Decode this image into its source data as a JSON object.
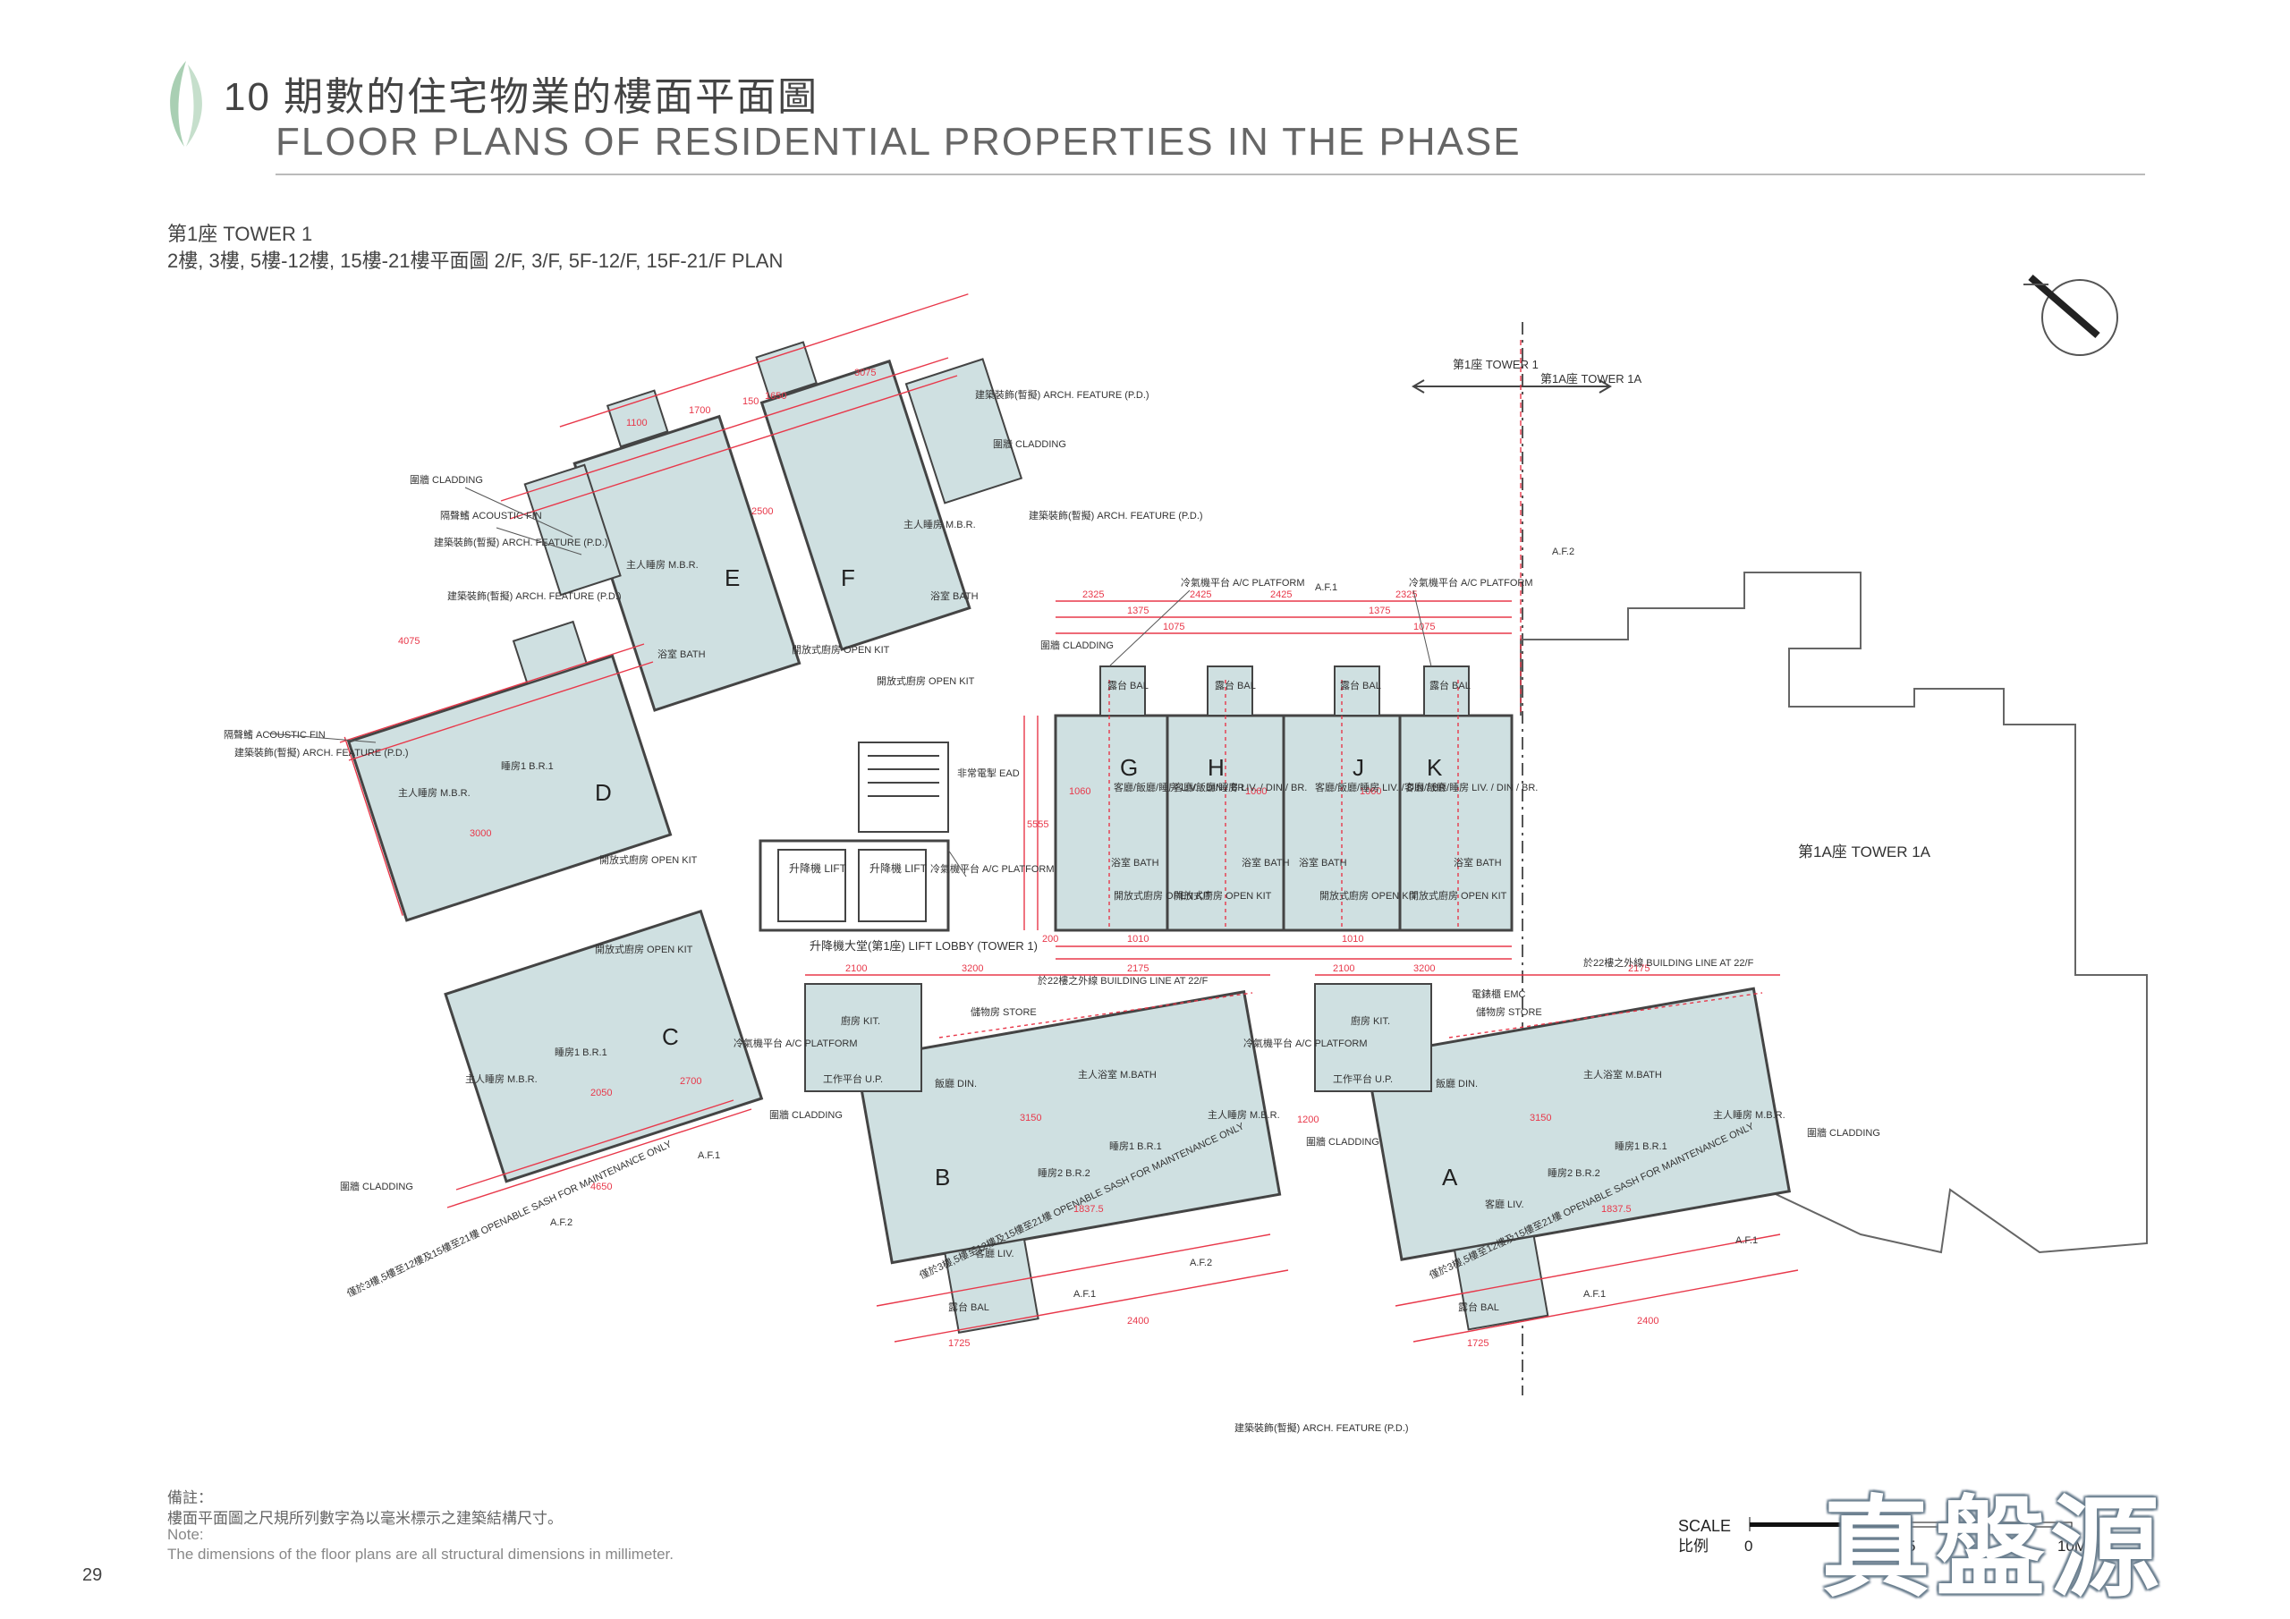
{
  "page": {
    "title_cn": "10 期數的住宅物業的樓面平面圖",
    "title_en": "FLOOR PLANS OF RESIDENTIAL PROPERTIES IN THE PHASE",
    "tower_label": "第1座 TOWER 1",
    "floors_label": "2樓, 3樓, 5樓-12樓, 15樓-21樓平面圖 2/F, 3/F, 5F-12/F, 15F-21/F PLAN",
    "page_number": "29",
    "watermark": "真盤源"
  },
  "colors": {
    "fill": "#cfe0e1",
    "wall": "#444444",
    "dim": "#e8384a",
    "leaf": "#a9cfb3"
  },
  "plan": {
    "flats": [
      {
        "letter": "E"
      },
      {
        "letter": "F"
      },
      {
        "letter": "D"
      },
      {
        "letter": "C"
      },
      {
        "letter": "G"
      },
      {
        "letter": "H"
      },
      {
        "letter": "J"
      },
      {
        "letter": "K"
      },
      {
        "letter": "B"
      },
      {
        "letter": "A"
      }
    ],
    "rooms": {
      "liv_din_br": "客廳/飯廳/睡房 LIV. / DIN / BR.",
      "bath": "浴室 BATH",
      "open_kit": "開放式廚房 OPEN KIT",
      "bal": "露台 BAL",
      "mbr": "主人睡房 M.B.R.",
      "br1": "睡房1 B.R.1",
      "br2": "睡房2 B.R.2",
      "liv": "客廳 LIV.",
      "din": "飯廳 DIN.",
      "kit": "廚房 KIT.",
      "store": "儲物房 STORE",
      "up": "工作平台 U.P.",
      "m_bath": "主人浴室 M.BATH",
      "lift": "升降機 LIFT",
      "lift_lobby": "升降機大堂(第1座) LIFT LOBBY (TOWER 1)",
      "tower1": "第1座 TOWER 1",
      "tower1a": "第1A座 TOWER 1A",
      "tower1a_big": "第1A座 TOWER 1A",
      "ac_platform": "冷氣機平台 A/C PLATFORM",
      "cladding": "圍牆 CLADDING",
      "arch": "建築裝飾(暫擬) ARCH. FEATURE (P.D.)",
      "acoustic": "隔聲鰭 ACOUSTIC FIN",
      "af1": "A.F.1",
      "af2": "A.F.2",
      "bl22": "於22樓之外線 BUILDING LINE AT 22/F",
      "emc": "電錶櫃 EMC",
      "ead": "非常電掣 EAD",
      "window_note": "僅於3樓,5樓至12樓及15樓至21樓 OPENABLE SASH FOR MAINTENANCE ONLY"
    },
    "dims": [
      "2325",
      "1375",
      "2425",
      "1075",
      "150",
      "1650",
      "3075",
      "2500",
      "4075",
      "1100",
      "1700",
      "3200",
      "2100",
      "2175",
      "4650",
      "1725",
      "2400",
      "1837.5",
      "3150",
      "2050",
      "2700",
      "1010",
      "3000",
      "1060",
      "5555",
      "1200",
      "200"
    ]
  },
  "notes": {
    "cn_head": "備註：",
    "cn_body": "樓面平面圖之尺規所列數字為以毫米標示之建築結構尺寸。",
    "en_head": "Note:",
    "en_body": "The dimensions of the floor plans are all structural dimensions in millimeter."
  },
  "scale": {
    "label": "SCALE",
    "label_cn": "比例",
    "t0": "0",
    "t5": "5",
    "t10": "10M(米)"
  }
}
